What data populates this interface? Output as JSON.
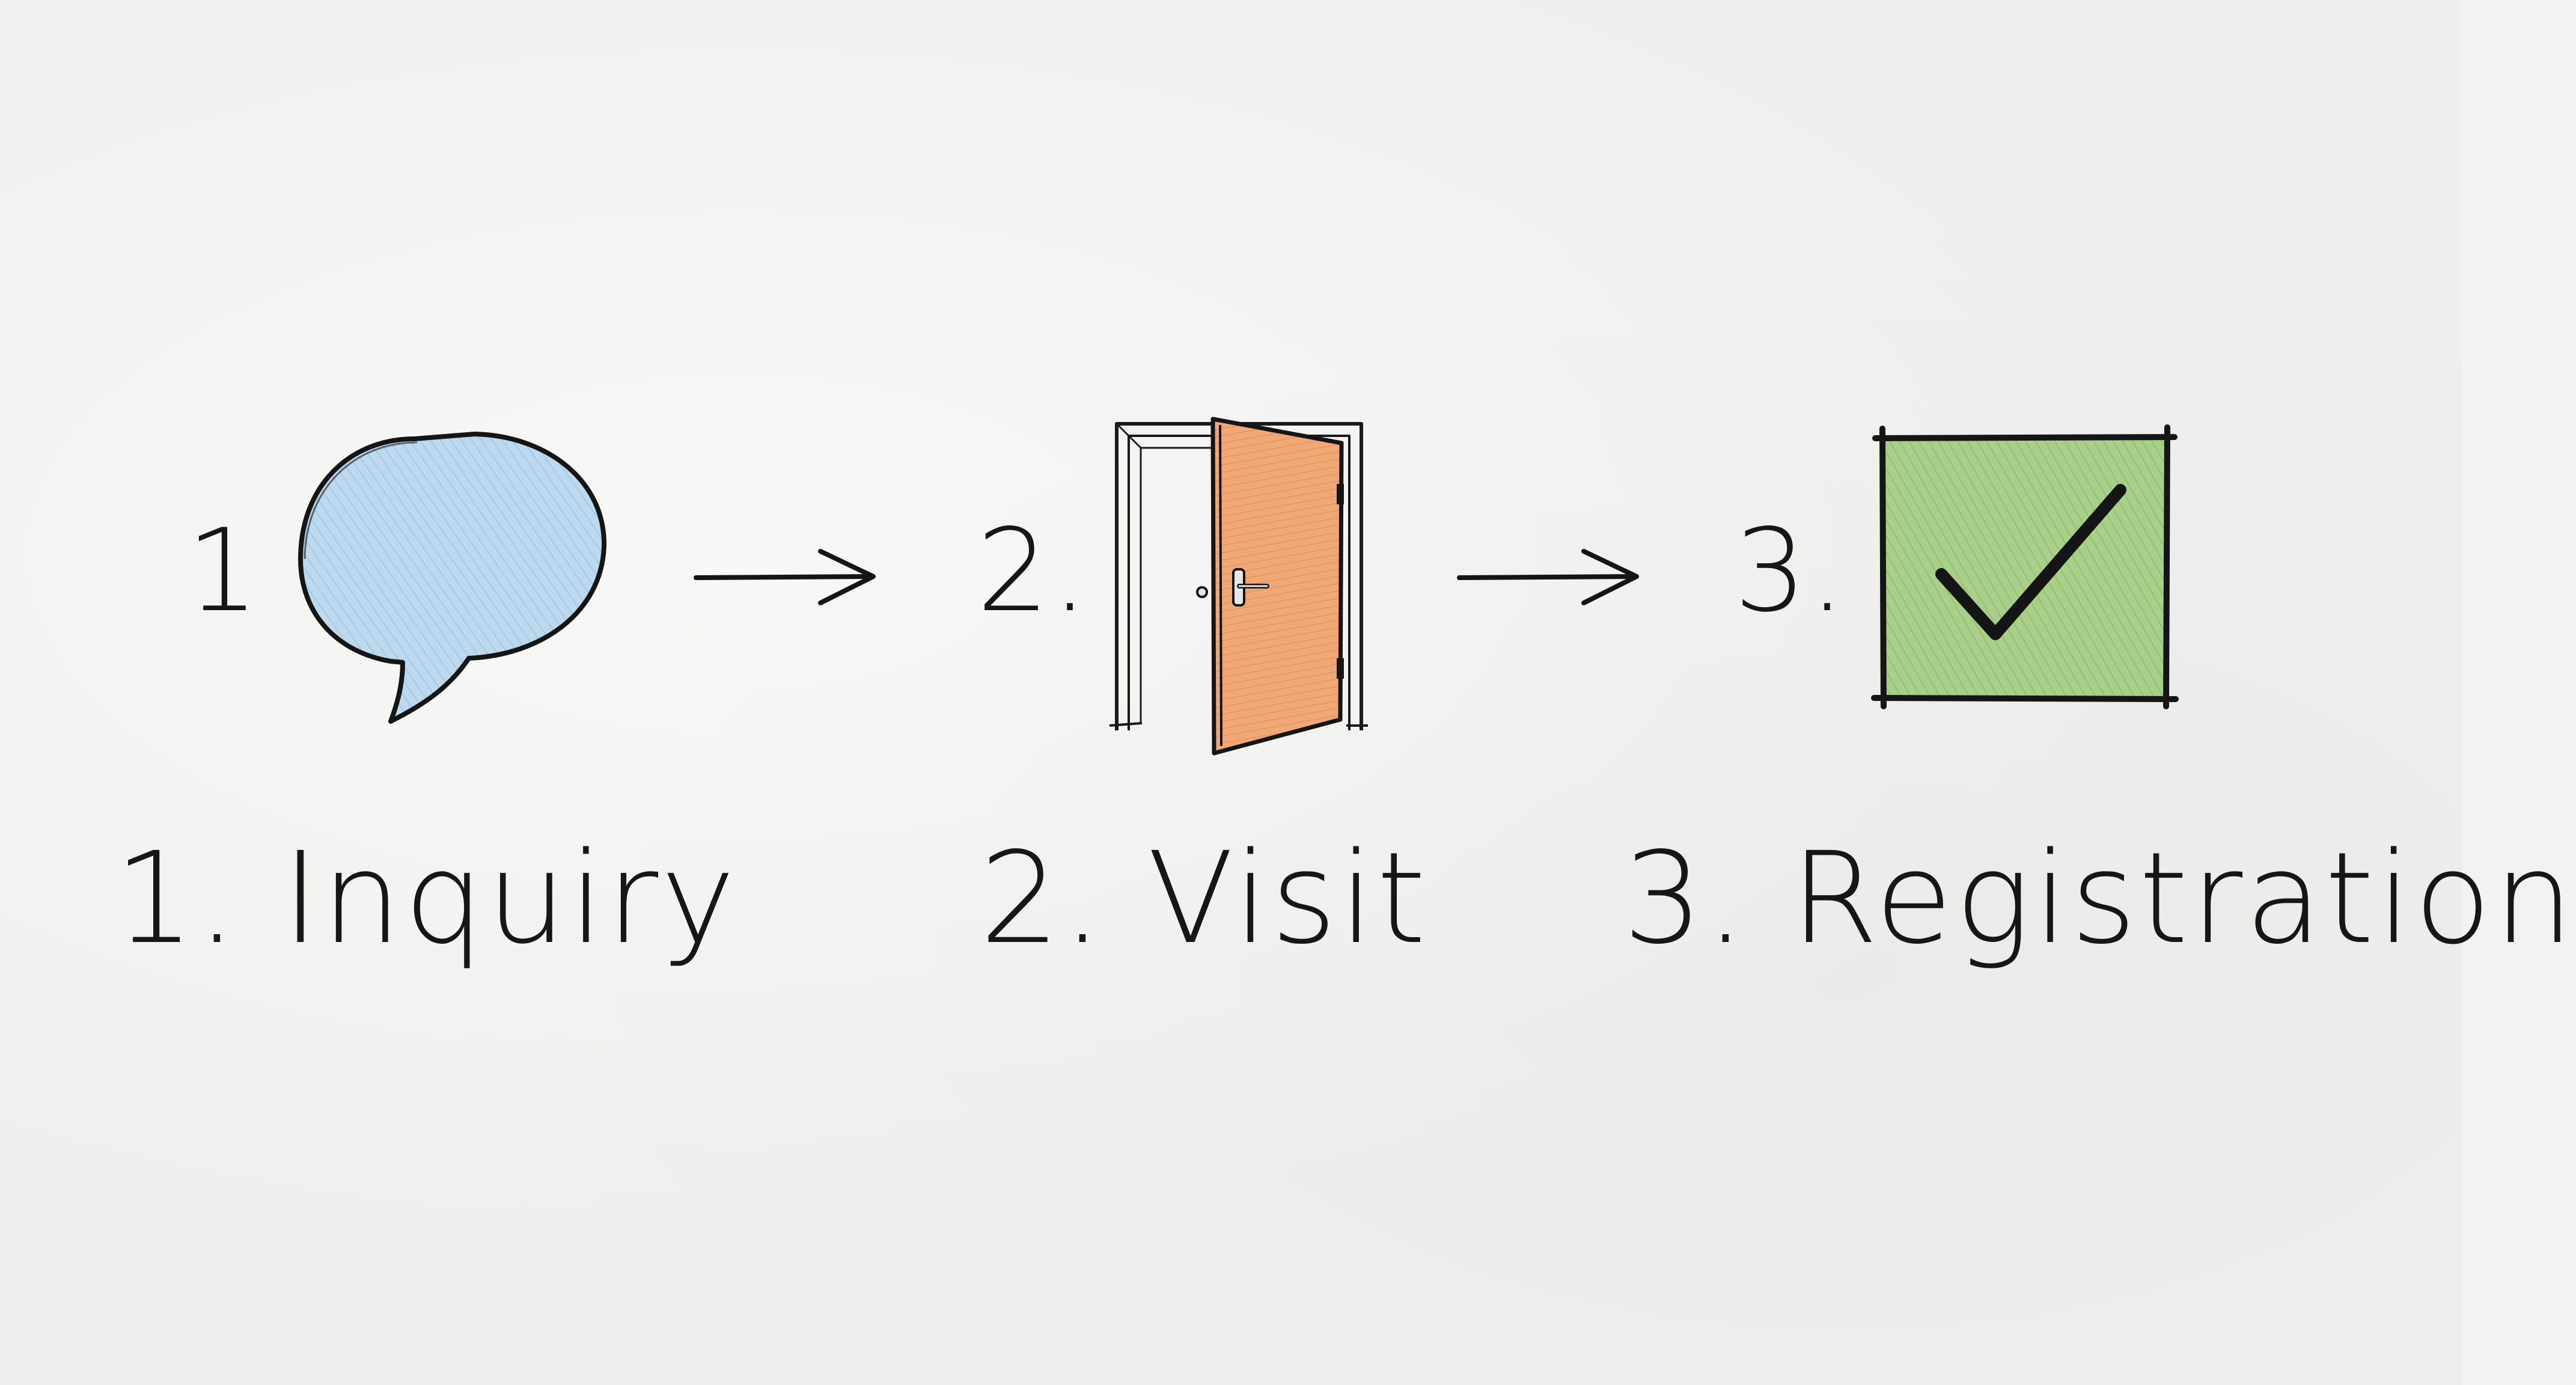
{
  "steps": [
    {
      "number_label": "1",
      "label": "1. Inquiry",
      "icon": "speech-bubble-icon",
      "icon_color": "#b9d7ec"
    },
    {
      "number_label": "2.",
      "label": "2. Visit",
      "icon": "open-door-icon",
      "icon_color": "#f1a874"
    },
    {
      "number_label": "3.",
      "label": "3. Registration",
      "icon": "checkbox-check-icon",
      "icon_color": "#a8cf86"
    }
  ],
  "connector_icon": "arrow-right-icon",
  "colors": {
    "ink": "#161616",
    "paper": "#efefed"
  }
}
